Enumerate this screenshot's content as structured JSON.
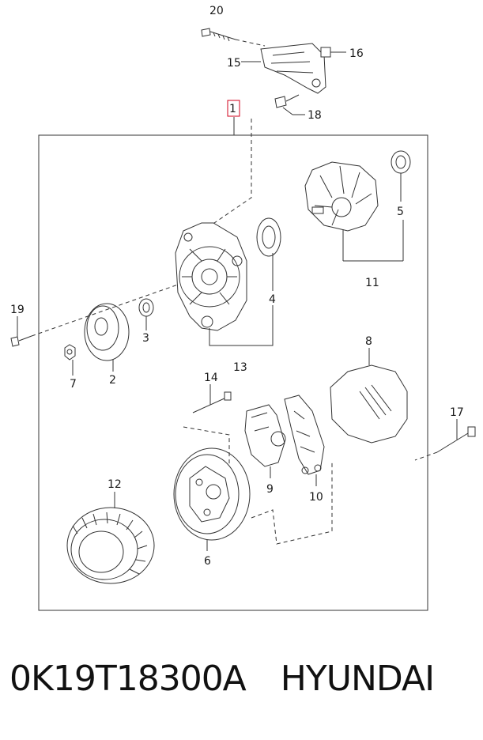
{
  "diagram": {
    "callouts": {
      "c1": "1",
      "c2": "2",
      "c3": "3",
      "c4": "4",
      "c5": "5",
      "c6": "6",
      "c7": "7",
      "c8": "8",
      "c9": "9",
      "c10": "10",
      "c11": "11",
      "c12": "12",
      "c13": "13",
      "c14": "14",
      "c15": "15",
      "c16": "16",
      "c17": "17",
      "c18": "18",
      "c19": "19",
      "c20": "20"
    },
    "highlight_color": "#d0021b",
    "line_color": "#333333"
  },
  "caption": {
    "part_number": "0K19T18300A",
    "brand": "HYUNDAI"
  }
}
